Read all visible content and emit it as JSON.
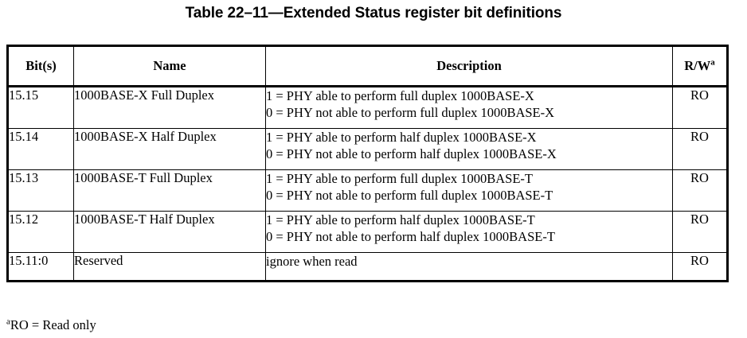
{
  "caption": "Table 22–11—Extended Status register bit definitions",
  "table": {
    "columns": [
      {
        "key": "bits",
        "label": "Bit(s)"
      },
      {
        "key": "name",
        "label": "Name"
      },
      {
        "key": "description",
        "label": "Description"
      },
      {
        "key": "rw",
        "label": "R/W",
        "superscript": "a"
      }
    ],
    "rows": [
      {
        "bits": "15.15",
        "name": "1000BASE-X Full Duplex",
        "description_lines": [
          "1 = PHY able to perform full duplex 1000BASE-X",
          "0 = PHY not able to perform full duplex 1000BASE-X"
        ],
        "rw": "RO"
      },
      {
        "bits": "15.14",
        "name": "1000BASE-X Half Duplex",
        "description_lines": [
          "1 = PHY able to perform half duplex 1000BASE-X",
          "0 = PHY not able to perform half duplex 1000BASE-X"
        ],
        "rw": "RO"
      },
      {
        "bits": "15.13",
        "name": "1000BASE-T Full Duplex",
        "description_lines": [
          "1 = PHY able to perform full duplex 1000BASE-T",
          "0 = PHY not able to perform full duplex 1000BASE-T"
        ],
        "rw": "RO"
      },
      {
        "bits": "15.12",
        "name": "1000BASE-T Half Duplex",
        "description_lines": [
          "1 = PHY able to perform half duplex 1000BASE-T",
          "0 = PHY not able to perform half duplex 1000BASE-T"
        ],
        "rw": "RO"
      },
      {
        "bits": "15.11:0",
        "name": "Reserved",
        "description_lines": [
          "ignore when read"
        ],
        "rw": "RO"
      }
    ]
  },
  "footnote": {
    "marker": "a",
    "text": "RO = Read only"
  },
  "colors": {
    "text": "#000000",
    "background": "#ffffff",
    "border": "#000000"
  }
}
